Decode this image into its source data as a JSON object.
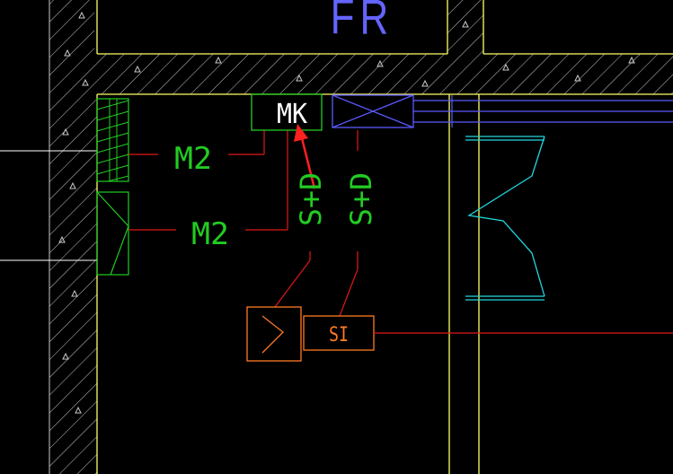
{
  "labels": {
    "room_label": "FR",
    "mk_box": "MK",
    "m2_top": "M2",
    "m2_bottom": "M2",
    "sd_left": "S+D",
    "sd_right": "S+D",
    "si_box": "SI"
  },
  "colors": {
    "background": "#000000",
    "wall_outline": "#ffff66",
    "hatch": "#c8c8c8",
    "green": "#22cc22",
    "red": "#e01818",
    "blue": "#5a5aff",
    "cyan": "#22d8e0",
    "orange": "#ff7a22",
    "white": "#ffffff",
    "arrow": "#ff2020",
    "room_text": "#6464ff"
  },
  "icons": {
    "arrow": "red-pointer-arrow-icon",
    "valve": "damper-x-icon",
    "zigzag": "zigzag-symbol-icon"
  }
}
